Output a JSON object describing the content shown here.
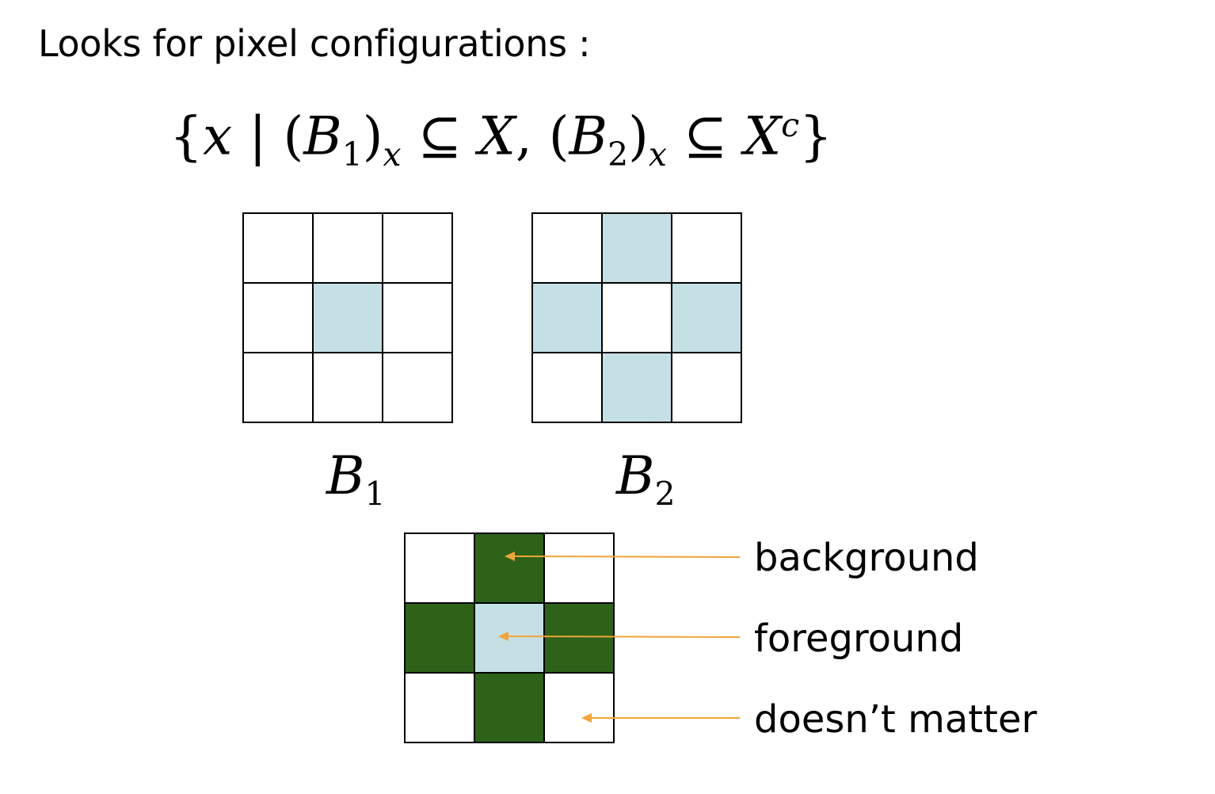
{
  "title": "Looks for pixel configurations :",
  "formula": {
    "open_brace": "{",
    "var_x": "x",
    "bar": " | ",
    "paren_open_1": "(",
    "b1_letter": "B",
    "b1_index": "1",
    "paren_close_1": ")",
    "sub_x_1": "x",
    "subseteq_1": " ⊆ ",
    "set_x": "X",
    "comma": ", ",
    "paren_open_2": "(",
    "b2_letter": "B",
    "b2_index": "2",
    "paren_close_2": ")",
    "sub_x_2": "x",
    "subseteq_2": " ⊆ ",
    "set_xc": "X",
    "complement": "c",
    "close_brace": "}"
  },
  "grids": {
    "b1": {
      "label_letter": "B",
      "label_index": "1",
      "cells": [
        [
          "empty",
          "empty",
          "empty"
        ],
        [
          "empty",
          "light",
          "empty"
        ],
        [
          "empty",
          "empty",
          "empty"
        ]
      ]
    },
    "b2": {
      "label_letter": "B",
      "label_index": "2",
      "cells": [
        [
          "empty",
          "light",
          "empty"
        ],
        [
          "light",
          "empty",
          "light"
        ],
        [
          "empty",
          "light",
          "empty"
        ]
      ]
    },
    "combined": {
      "cells": [
        [
          "empty",
          "dark",
          "empty"
        ],
        [
          "dark",
          "light",
          "dark"
        ],
        [
          "empty",
          "dark",
          "empty"
        ]
      ]
    }
  },
  "legend": {
    "background": "background",
    "foreground": "foreground",
    "dont_care": "doesn’t matter"
  },
  "colors": {
    "light": "#c5e0e4",
    "dark": "#2e6219",
    "empty": "#ffffff",
    "arrow": "#f0a43c",
    "border": "#000000"
  }
}
